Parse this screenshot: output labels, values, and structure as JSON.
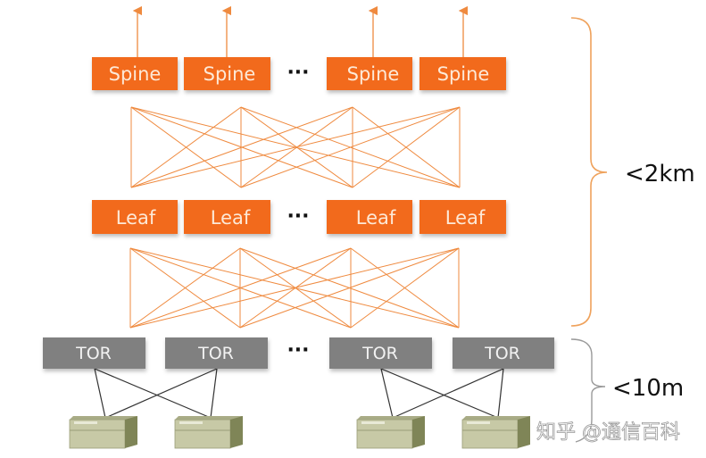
{
  "diagram": {
    "title": "Spine-Leaf data center network topology",
    "colors": {
      "spine_leaf_fill": "#f26b1d",
      "spine_leaf_text": "#fde9d7",
      "tor_fill": "#808080",
      "tor_text": "#f2f2f2",
      "mesh_line": "#ef8a3f",
      "server_line": "#333333",
      "brace": "#efa25c",
      "server_body": "#c7c9a6",
      "server_side": "#7f8557"
    },
    "spine_layer": {
      "nodes": [
        "Spine",
        "Spine",
        "Spine",
        "Spine"
      ],
      "ellipsis": "···",
      "uplink_arrows": 4
    },
    "leaf_layer": {
      "nodes": [
        "Leaf",
        "Leaf",
        "Leaf",
        "Leaf"
      ],
      "ellipsis": "···"
    },
    "tor_layer": {
      "nodes": [
        "TOR",
        "TOR",
        "TOR",
        "TOR"
      ],
      "ellipsis": "···"
    },
    "server_groups": [
      {
        "tors": [
          0,
          1
        ],
        "servers": 2
      },
      {
        "tors": [
          2,
          3
        ],
        "servers": 2
      }
    ],
    "connections": {
      "spine_to_leaf": "full-mesh",
      "leaf_to_tor": "full-mesh",
      "tor_to_server": "cross-connect"
    },
    "distance_labels": [
      {
        "text": "<2km",
        "spans": "spine-to-tor"
      },
      {
        "text": "<10m",
        "spans": "tor-to-server"
      }
    ],
    "watermark": "知乎 @通信百科"
  }
}
